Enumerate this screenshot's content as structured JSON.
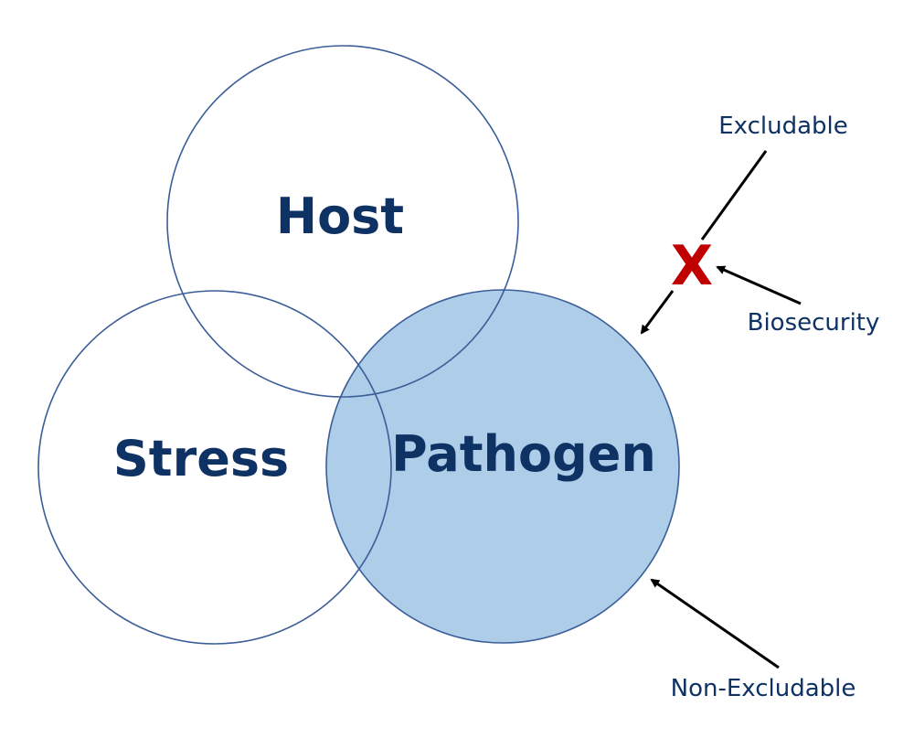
{
  "circles": {
    "host": {
      "label": "Host"
    },
    "stress": {
      "label": "Stress"
    },
    "pathogen": {
      "label": "Pathogen"
    }
  },
  "annotations": {
    "excludable": "Excludable",
    "biosecurity": "Biosecurity",
    "non_excludable": "Non-Excludable",
    "block_mark": "X"
  },
  "colors": {
    "circle_stroke": "#3b5e98",
    "label_text": "#0f3264",
    "pathogen_fill": "#aecde9",
    "arrow": "#000000",
    "block_mark": "#c00000"
  }
}
